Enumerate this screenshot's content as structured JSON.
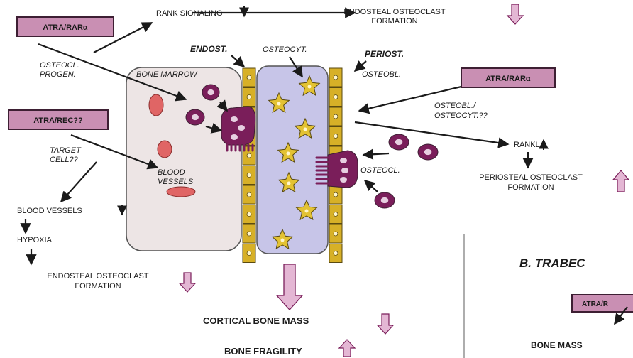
{
  "colors": {
    "box_fill": "#c98fb3",
    "box_border": "#3d1f33",
    "marrow_fill": "#ede5e5",
    "cortex_fill": "#c7c5e8",
    "cell_fill": "#7a1e5a",
    "cell_inner": "#e6cfe0",
    "lining_fill": "#d7b027",
    "star_fill": "#e3c233",
    "vessel_fill": "#e06565",
    "down_arrow_fill": "#e4b7d4",
    "text_color": "#1a1a1a"
  },
  "boxes": {
    "top_left": "ATRA/RARα",
    "middle_left": "ATRA/REC??",
    "right": "ATRA/RARα",
    "bottom_right": "ATRA/R"
  },
  "labels": {
    "rank_signaling": "RANK SIGNALING",
    "endosteal_top_line1": "ENDOSTEAL OSTEOCLAST",
    "endosteal_top_line2": "FORMATION",
    "osteocl_progen_line1": "OSTEOCL.",
    "osteocl_progen_line2": "PROGEN.",
    "endost": "ENDOST.",
    "osteocyt": "OSTEOCYT.",
    "periost": "PERIOST.",
    "osteobl": "OSTEOBL.",
    "bone_marrow": "BONE MARROW",
    "osteobl_osteocyt_line1": "OSTEOBL./",
    "osteobl_osteocyt_line2": "OSTEOCYT.??",
    "rankl": "RANKL",
    "periosteal_line1": "PERIOSTEAL OSTEOCLAST",
    "periosteal_line2": "FORMATION",
    "target_cell_line1": "TARGET",
    "target_cell_line2": "CELL??",
    "blood_vessels_label_line1": "BLOOD",
    "blood_vessels_label_line2": "VESSELS",
    "osteocl": "OSTEOCL.",
    "blood_vessels_down": "BLOOD VESSELS",
    "hypoxia": "HYPOXIA",
    "endosteal_bottom_line1": "ENDOSTEAL OSTEOCLAST",
    "endosteal_bottom_line2": "FORMATION",
    "cortical_bone_mass": "CORTICAL BONE MASS",
    "bone_fragility": "BONE FRAGILITY",
    "trabecular_title": "B. TRABEC",
    "bone_mass": "BONE MASS"
  }
}
